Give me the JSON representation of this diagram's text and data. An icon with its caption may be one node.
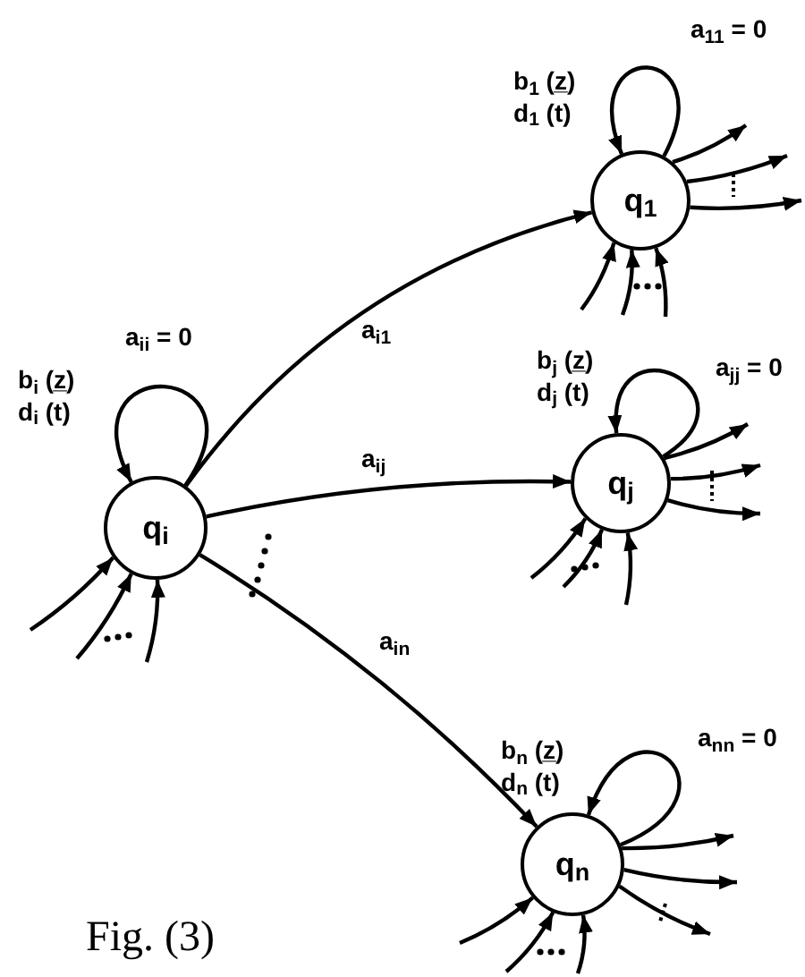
{
  "diagram": {
    "caption": "Fig. (3)",
    "nodes": [
      {
        "text": [
          "q$_{i}$"
        ],
        "beside": [
          "b$_{i}$ (z̲)",
          "d$_{i}$ (t)"
        ]
      },
      {
        "text": [
          "q$_{1}$"
        ],
        "beside": [
          "b$_{1}$ (z̲)",
          "d$_{1}$ (t)"
        ]
      },
      {
        "text": [
          "q$_{j}$"
        ],
        "beside": [
          "b$_{j}$ (z̲)",
          "d$_{j}$ (t)"
        ]
      },
      {
        "text": [
          "q$_{n}$"
        ],
        "beside": [
          "b$_{n}$ (z̲)",
          "d$_{n}$ (t)"
        ]
      }
    ],
    "edges": [
      {
        "from": 0,
        "to": 0,
        "arrow": "to",
        "label": "a$_{ii}$ = 0"
      },
      {
        "from": 0,
        "to": 1,
        "arrow": "to",
        "label": "a$_{i1}$"
      },
      {
        "from": 0,
        "to": 2,
        "arrow": "to",
        "label": "a$_{ij}$"
      },
      {
        "from": 0,
        "to": 3,
        "arrow": "to",
        "label": "a$_{in}$"
      },
      {
        "from": 1,
        "to": 1,
        "arrow": "to",
        "label": "a$_{11}$ = 0"
      },
      {
        "from": 1,
        "to": null,
        "arrow": "to"
      },
      {
        "from": 1,
        "to": null,
        "arrow": "to"
      },
      {
        "from": 1,
        "to": null,
        "arrow": "to"
      },
      {
        "from": null,
        "to": 1,
        "arrow": "to"
      },
      {
        "from": null,
        "to": 1,
        "arrow": "to"
      },
      {
        "from": null,
        "to": 1,
        "arrow": "to"
      },
      {
        "from": 2,
        "to": 2,
        "arrow": "to",
        "label": "a$_{jj}$ = 0"
      },
      {
        "from": 2,
        "to": null,
        "arrow": "to"
      },
      {
        "from": 2,
        "to": null,
        "arrow": "to"
      },
      {
        "from": 2,
        "to": null,
        "arrow": "to"
      },
      {
        "from": null,
        "to": 2,
        "arrow": "to"
      },
      {
        "from": null,
        "to": 2,
        "arrow": "to"
      },
      {
        "from": null,
        "to": 2,
        "arrow": "to"
      },
      {
        "from": 3,
        "to": 3,
        "arrow": "to",
        "label": "a$_{nn}$ = 0"
      },
      {
        "from": 3,
        "to": null,
        "arrow": "to"
      },
      {
        "from": 3,
        "to": null,
        "arrow": "to"
      },
      {
        "from": 3,
        "to": null,
        "arrow": "to"
      },
      {
        "from": null,
        "to": 3,
        "arrow": "to"
      },
      {
        "from": null,
        "to": 3,
        "arrow": "to"
      },
      {
        "from": null,
        "to": 3,
        "arrow": "to"
      },
      {
        "from": null,
        "to": 0,
        "arrow": "to"
      },
      {
        "from": null,
        "to": 0,
        "arrow": "to"
      },
      {
        "from": null,
        "to": 0,
        "arrow": "to"
      }
    ]
  }
}
